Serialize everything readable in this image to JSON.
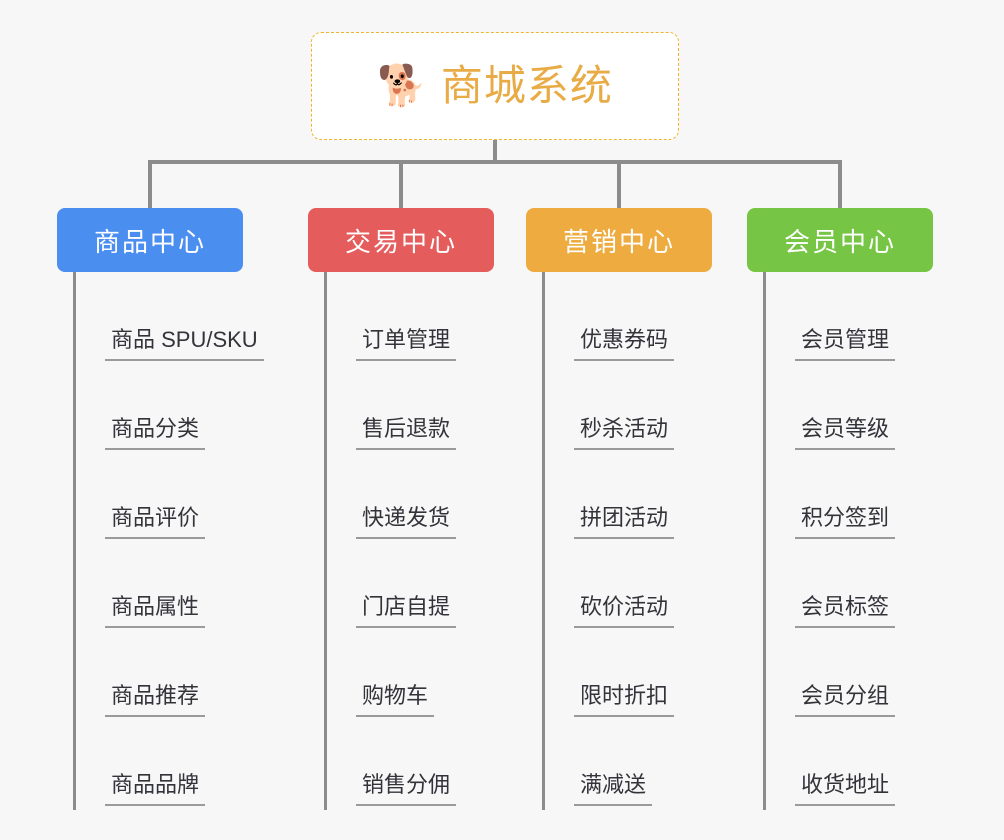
{
  "diagram": {
    "type": "mind-map",
    "background_color": "#f7f7f7",
    "connector_color": "#8c8c8c",
    "root": {
      "icon": "shiba-dog-face-icon",
      "icon_glyph": "🐕",
      "title": "商城系统",
      "title_color": "#e8ab45",
      "border_color": "#f0b429",
      "background_color": "#ffffff"
    },
    "branches": [
      {
        "id": "product-center",
        "label": "商品中心",
        "color": "#4a8ef0",
        "items": [
          "商品 SPU/SKU",
          "商品分类",
          "商品评价",
          "商品属性",
          "商品推荐",
          "商品品牌"
        ]
      },
      {
        "id": "trade-center",
        "label": "交易中心",
        "color": "#e55c5c",
        "items": [
          "订单管理",
          "售后退款",
          "快递发货",
          "门店自提",
          "购物车",
          "销售分佣"
        ]
      },
      {
        "id": "marketing-center",
        "label": "营销中心",
        "color": "#eeac40",
        "items": [
          "优惠券码",
          "秒杀活动",
          "拼团活动",
          "砍价活动",
          "限时折扣",
          "满减送"
        ]
      },
      {
        "id": "member-center",
        "label": "会员中心",
        "color": "#76c544",
        "items": [
          "会员管理",
          "会员等级",
          "积分签到",
          "会员标签",
          "会员分组",
          "收货地址"
        ]
      }
    ]
  }
}
